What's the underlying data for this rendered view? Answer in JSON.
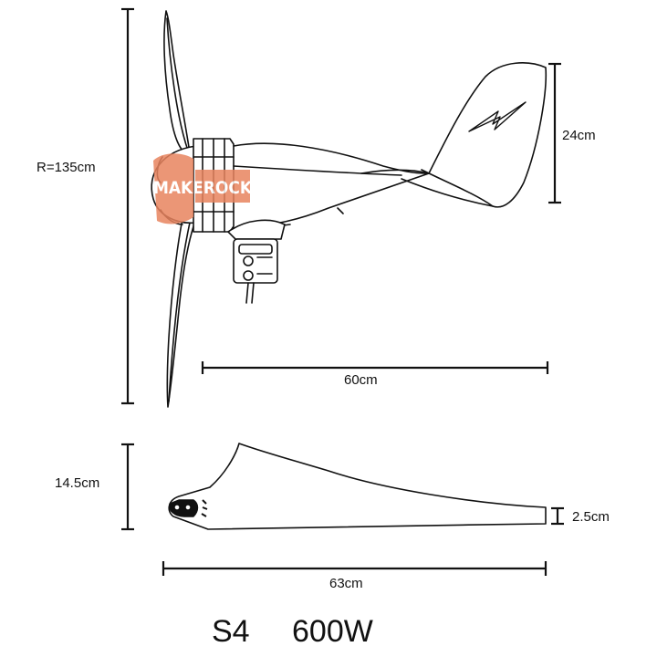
{
  "dimensions": {
    "rotor_radius": "R=135cm",
    "tail_height": "24cm",
    "body_length": "60cm",
    "blade_width": "14.5cm",
    "blade_tip_width": "2.5cm",
    "blade_length": "63cm"
  },
  "model": {
    "name": "S4",
    "power": "600W"
  },
  "watermark": {
    "text": "MAKEROCK",
    "color": "#e8845f"
  },
  "icons": {
    "tail_logo": "lightning-bolt-icon"
  }
}
